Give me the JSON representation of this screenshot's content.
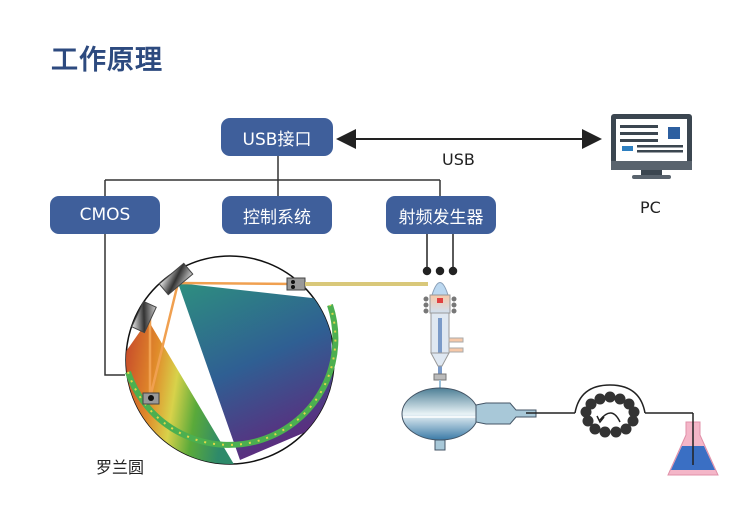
{
  "title": "工作原理",
  "nodes": {
    "usb_interface": "USB接口",
    "cmos": "CMOS",
    "control_system": "控制系统",
    "rf_generator": "射频发生器"
  },
  "labels": {
    "usb_link": "USB",
    "pc": "PC",
    "rowland_circle": "罗兰圆"
  },
  "colors": {
    "title": "#2d4a7f",
    "box": "#3f5f9b",
    "optical_path": "#f0a050",
    "fiber": "#d9c87a",
    "detector_band": "#4caf50",
    "flask": "#f2a0b8",
    "liquid": "#3a6fc4"
  }
}
